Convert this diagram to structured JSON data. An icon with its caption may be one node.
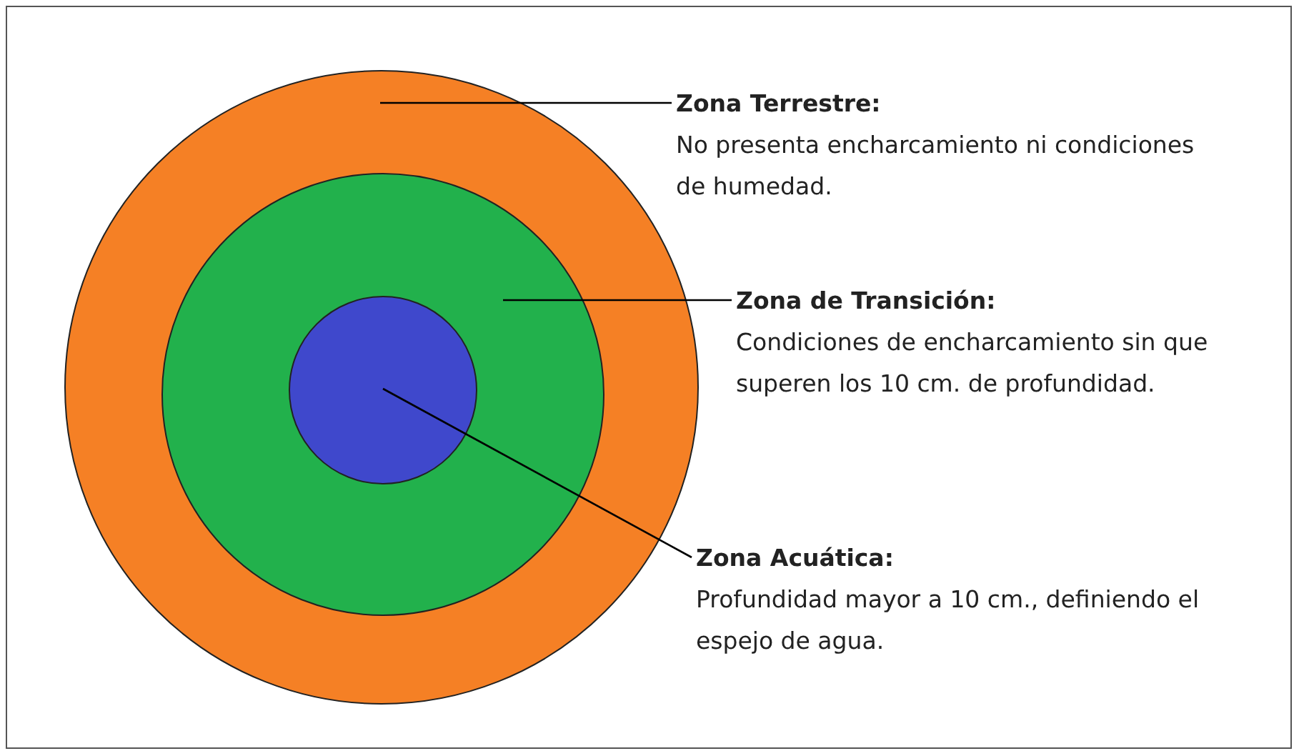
{
  "diagram": {
    "nodes": [
      {
        "text": [],
        "shape": "circle"
      },
      {
        "text": [],
        "shape": "circle",
        "in": 0
      },
      {
        "text": [],
        "shape": "circle",
        "in": 1
      },
      {
        "text": [
          "Zona Terrestre:",
          "No presenta encharcamiento ni condiciones de humedad."
        ]
      },
      {
        "text": [
          "Zona de Transición:",
          "Condiciones de encharcamiento sin que superen los 10 cm. de profundidad."
        ]
      },
      {
        "text": [
          "Zona Acuática:",
          "Profundidad mayor a 10 cm., definiendo el espejo de agua."
        ]
      }
    ],
    "edges": [
      {
        "from": 3,
        "to": 0,
        "arrow": "none"
      },
      {
        "from": 4,
        "to": 1,
        "arrow": "none"
      },
      {
        "from": 5,
        "to": 2,
        "arrow": "none"
      }
    ]
  }
}
